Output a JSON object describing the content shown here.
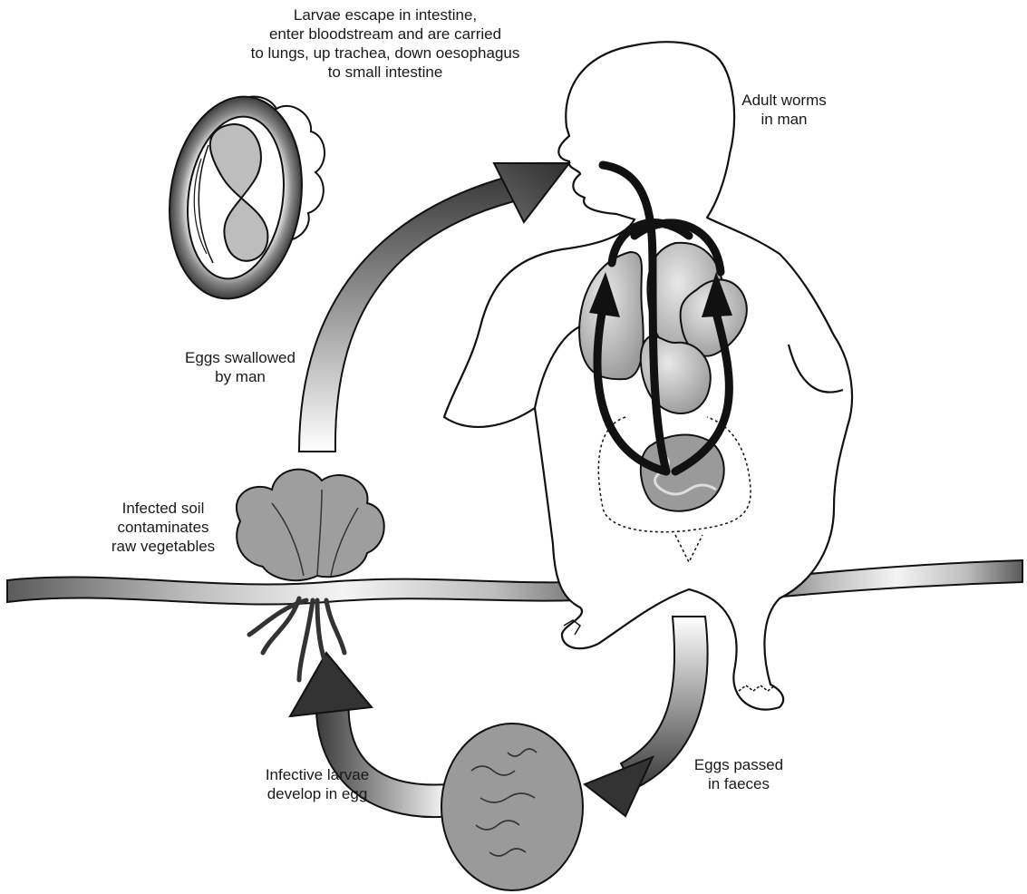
{
  "labels": {
    "larvae_escape": [
      "Larvae escape in intestine,",
      "enter bloodstream and are carried",
      "to lungs, up trachea, down oesophagus",
      "to small intestine"
    ],
    "adult_worms": [
      "Adult worms",
      "in man"
    ],
    "eggs_swallowed": [
      "Eggs swallowed",
      "by man"
    ],
    "infected_soil": [
      "Infected soil",
      "contaminates",
      "raw vegetables"
    ],
    "eggs_passed": [
      "Eggs passed",
      "in faeces"
    ],
    "infective_larvae": [
      "Infective larvae",
      "develop in egg"
    ]
  },
  "colors": {
    "outline": "#111111",
    "arrow_dark": "#2e2e2e",
    "arrow_light": "#f2f2f2",
    "organ_fill": "#b8b8b8",
    "ground_fill": "#8a8a8a"
  }
}
